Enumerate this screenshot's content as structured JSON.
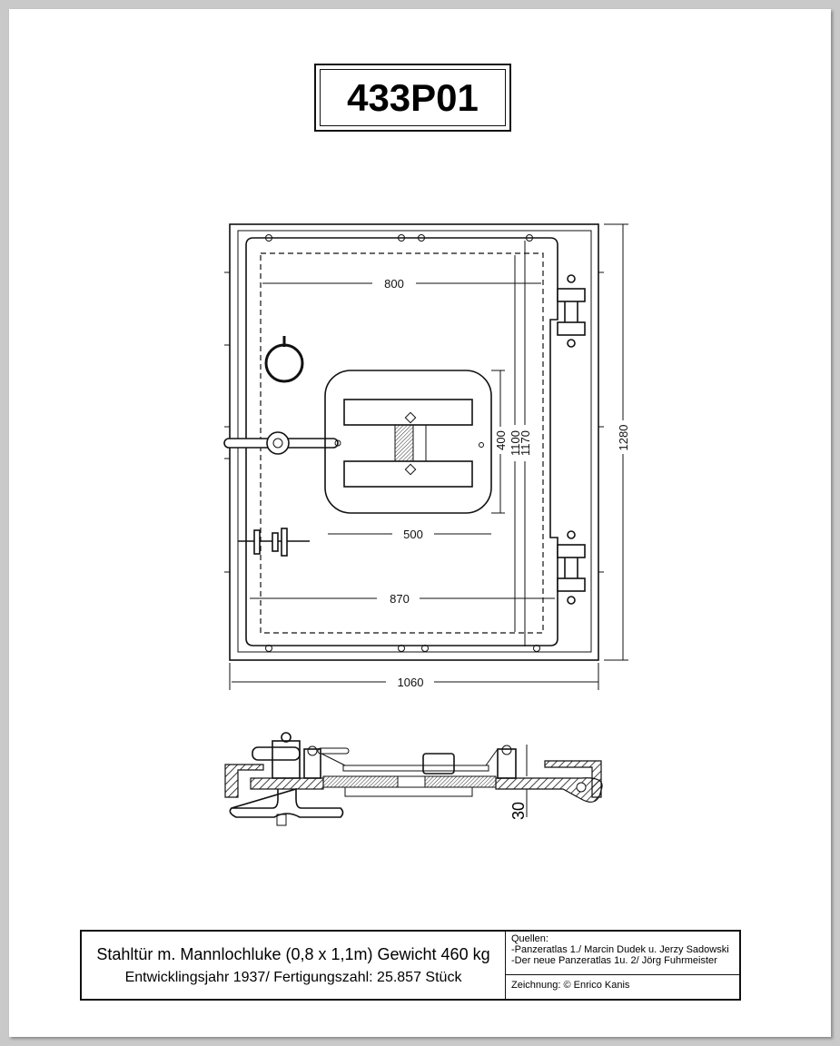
{
  "title": "433P01",
  "dimensions": {
    "width_inner": "800",
    "width_frame": "870",
    "hatch_width": "500",
    "total_width": "1060",
    "total_height": "1280",
    "frame_height": "1170",
    "inner_height": "1100",
    "hatch_height": "400",
    "thickness": "30"
  },
  "legend": {
    "line1": "Stahltür m. Mannlochluke (0,8 x 1,1m) Gewicht 460 kg",
    "line2": "Entwicklingsjahr 1937/ Fertigungszahl: 25.857 Stück",
    "sources_heading": "Quellen:",
    "source1": "-Panzeratlas 1./ Marcin Dudek u. Jerzy Sadowski",
    "source2": "-Der neue Panzeratlas 1u. 2/ Jörg Fuhrmeister",
    "drawing_credit": "Zeichnung: © Enrico Kanis"
  }
}
